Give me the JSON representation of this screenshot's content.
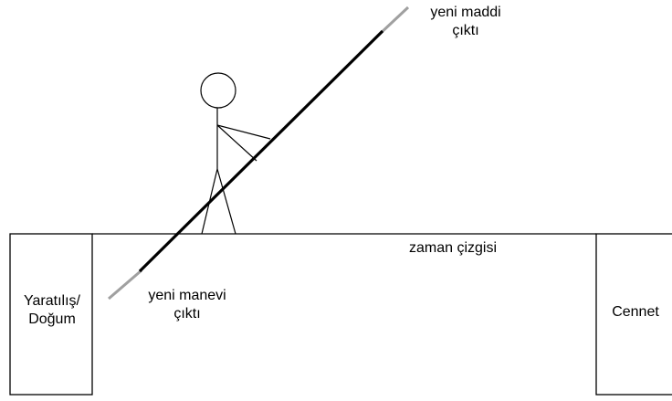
{
  "labels": {
    "start_box": [
      "Yaratılış/",
      "Doğum"
    ],
    "end_box": "Cennet",
    "timeline": "zaman çizgisi",
    "spiritual_output": [
      "yeni manevi",
      "çıktı"
    ],
    "material_output": [
      "yeni maddi",
      "çıktı"
    ]
  },
  "colors": {
    "line": "#000000",
    "faded_line": "#a0a0a0",
    "background": "#ffffff"
  }
}
